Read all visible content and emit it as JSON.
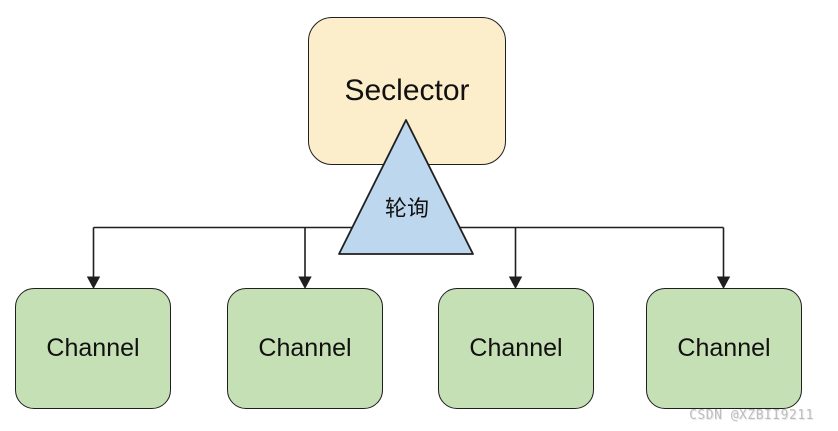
{
  "diagram": {
    "selector_node": {
      "label": "Seclector"
    },
    "poll_node": {
      "label": "轮询"
    },
    "channels": [
      {
        "label": "Channel"
      },
      {
        "label": "Channel"
      },
      {
        "label": "Channel"
      },
      {
        "label": "Channel"
      }
    ],
    "watermark": "CSDN @XZBII9211",
    "colors": {
      "selector_fill": "#FCEECB",
      "channel_fill": "#C5E0B4",
      "triangle_fill": "#BDD7EE",
      "line_color": "#1F1F1F",
      "watermark_color": "#BDBDBD"
    }
  }
}
